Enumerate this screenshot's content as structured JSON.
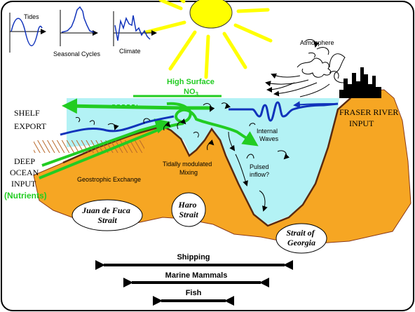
{
  "insets": {
    "tides": "Tides",
    "seasonal": "Seasonal Cycles",
    "climate": "Climate"
  },
  "labels": {
    "atmosphere": "Atmosphere",
    "high_surface_line1": "High Surface",
    "high_surface_no": "NO",
    "high_surface_sub": "3",
    "shelf_export_line1": "SHELF",
    "shelf_export_line2": "EXPORT",
    "fraser_line1": "FRASER RIVER",
    "fraser_line2": "INPUT",
    "internal_line1": "Internal",
    "internal_line2": "Waves",
    "deep_line1": "DEEP",
    "deep_line2": "OCEAN",
    "deep_line3": "INPUT",
    "nutrients": "(Nutrients)",
    "tidal_line1": "Tidally modulated",
    "tidal_line2": "Mixing",
    "geostrophic": "Geostrophic Exchange",
    "pulsed_line1": "Pulsed",
    "pulsed_line2": "inflow?"
  },
  "places": {
    "juan_line1": "Juan de Fuca",
    "juan_line2": "Strait",
    "haro_line1": "Haro",
    "haro_line2": "Strait",
    "georgia_line1": "Strait of",
    "georgia_line2": "Georgia"
  },
  "ranges": {
    "shipping": "Shipping",
    "marine_mammals": "Marine Mammals",
    "fish": "Fish"
  },
  "colors": {
    "water": "#b3f2f5",
    "land": "#f6a623",
    "sun": "#ffff00",
    "green": "#22cc22",
    "blue": "#1133bb"
  }
}
